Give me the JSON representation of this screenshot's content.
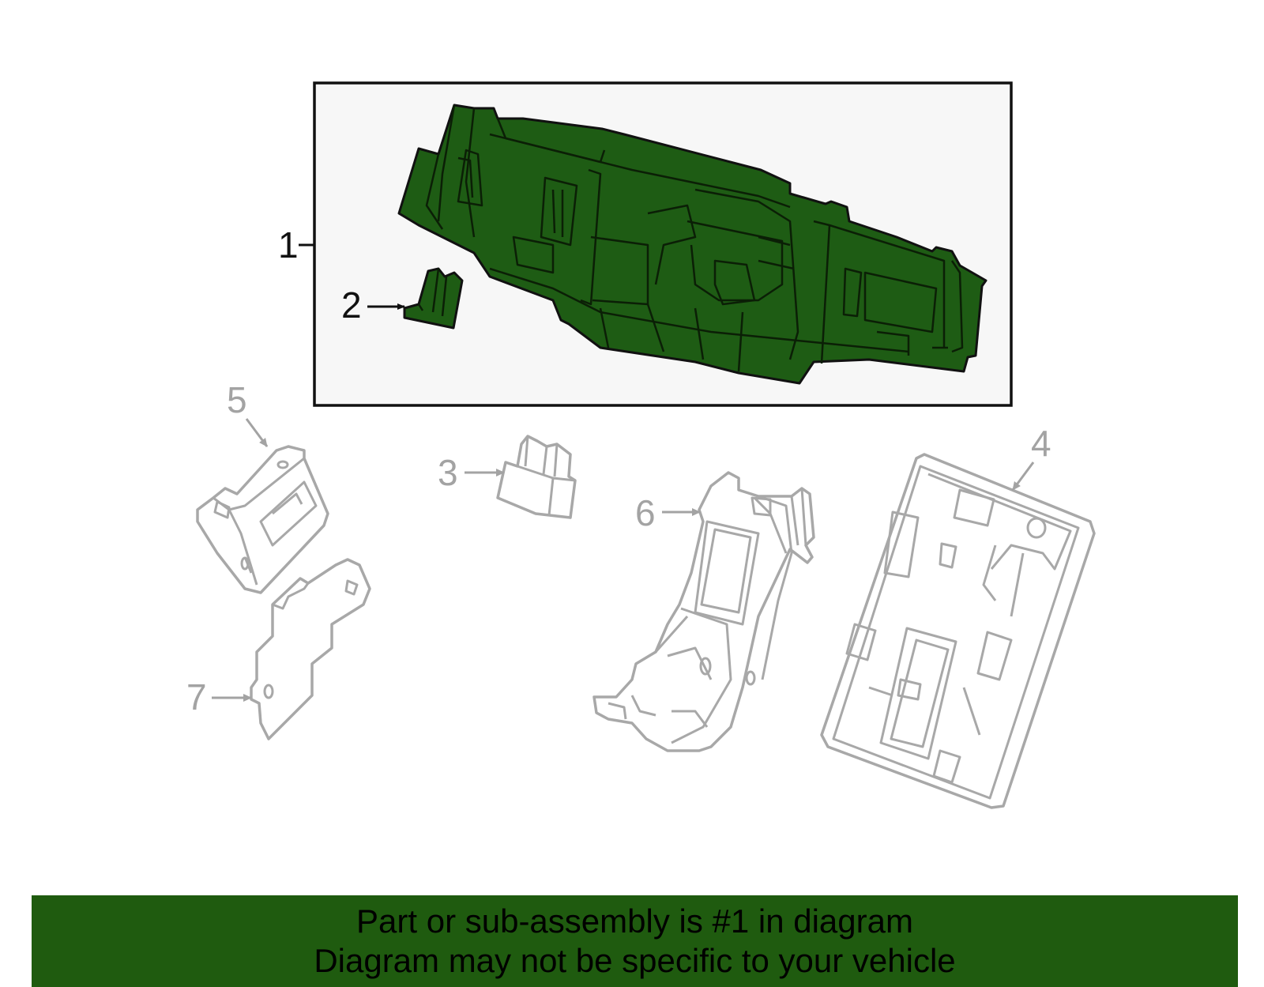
{
  "diagram": {
    "callouts": {
      "c1": "1",
      "c2": "2",
      "c3": "3",
      "c4": "4",
      "c5": "5",
      "c6": "6",
      "c7": "7"
    },
    "highlight_color": "#1e5c14",
    "dim_color": "#a8a8a8"
  },
  "banner": {
    "line1": "Part or sub-assembly is #1 in diagram",
    "line2": "Diagram may not be specific to your vehicle",
    "background": "#1f5b0f"
  }
}
